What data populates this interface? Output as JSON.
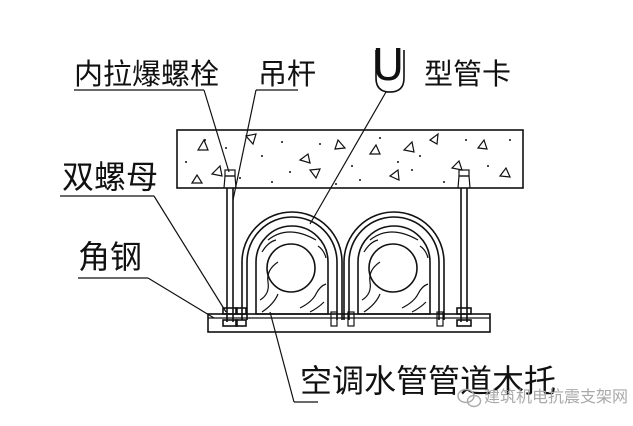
{
  "labels": {
    "anchor_bolt": "内拉爆螺栓",
    "hanger_rod": "吊杆",
    "u_clamp_letter": "U",
    "u_clamp_text": "型管卡",
    "double_nut": "双螺母",
    "angle_steel": "角钢",
    "wood_support": "空调水管管道木托"
  },
  "watermark": {
    "text": "建筑机电抗震支架网"
  },
  "colors": {
    "line": "#111111",
    "background": "#ffffff",
    "watermark": "#a9a9a9"
  }
}
